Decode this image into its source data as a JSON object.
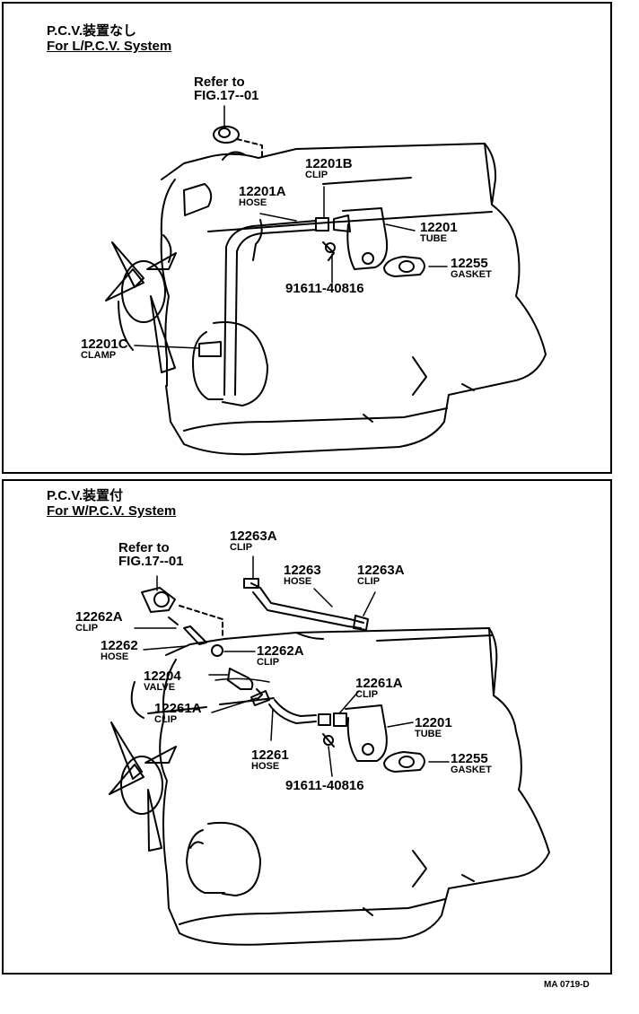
{
  "top_panel": {
    "heading_jp": "P.C.V.装置なし",
    "heading_en": "For L/P.C.V. System",
    "refer_line1": "Refer to",
    "refer_line2": "FIG.17--01",
    "parts": [
      {
        "number": "12201B",
        "name": "CLIP"
      },
      {
        "number": "12201A",
        "name": "HOSE"
      },
      {
        "number": "12201",
        "name": "TUBE"
      },
      {
        "number": "12255",
        "name": "GASKET"
      },
      {
        "number": "91611-40816",
        "name": ""
      },
      {
        "number": "12201C",
        "name": "CLAMP"
      }
    ]
  },
  "bottom_panel": {
    "heading_jp": "P.C.V.装置付",
    "heading_en": "For W/P.C.V. System",
    "refer_line1": "Refer to",
    "refer_line2": "FIG.17--01",
    "parts": [
      {
        "number": "12263A",
        "name": "CLIP"
      },
      {
        "number": "12263",
        "name": "HOSE"
      },
      {
        "number": "12263A",
        "name": "CLIP"
      },
      {
        "number": "12262A",
        "name": "CLIP"
      },
      {
        "number": "12262",
        "name": "HOSE"
      },
      {
        "number": "12262A",
        "name": "CLIP"
      },
      {
        "number": "12204",
        "name": "VALVE"
      },
      {
        "number": "12261A",
        "name": "CLIP"
      },
      {
        "number": "12261A",
        "name": "CLIP"
      },
      {
        "number": "12201",
        "name": "TUBE"
      },
      {
        "number": "12255",
        "name": "GASKET"
      },
      {
        "number": "12261",
        "name": "HOSE"
      },
      {
        "number": "91611-40816",
        "name": ""
      }
    ]
  },
  "footer_code": "MA 0719-D"
}
